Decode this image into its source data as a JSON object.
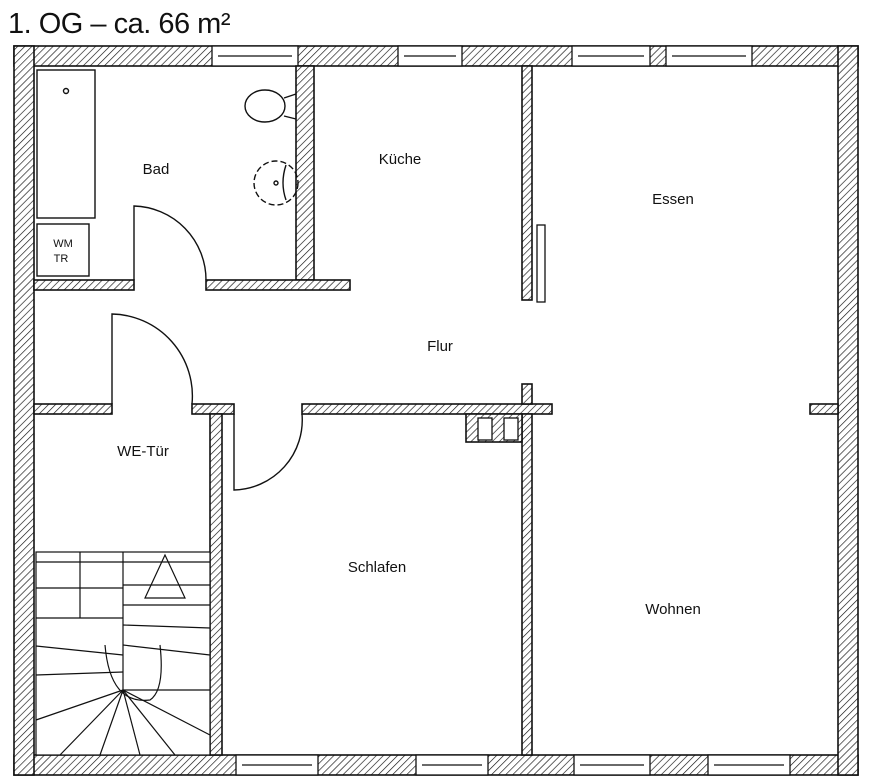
{
  "title": "1. OG – ca. 66 m²",
  "rooms": {
    "bad": "Bad",
    "kueche": "Küche",
    "essen": "Essen",
    "flur": "Flur",
    "we_tuer": "WE-Tür",
    "schlafen": "Schlafen",
    "wohnen": "Wohnen"
  },
  "fixtures": {
    "wm": "WM",
    "tr": "TR"
  }
}
